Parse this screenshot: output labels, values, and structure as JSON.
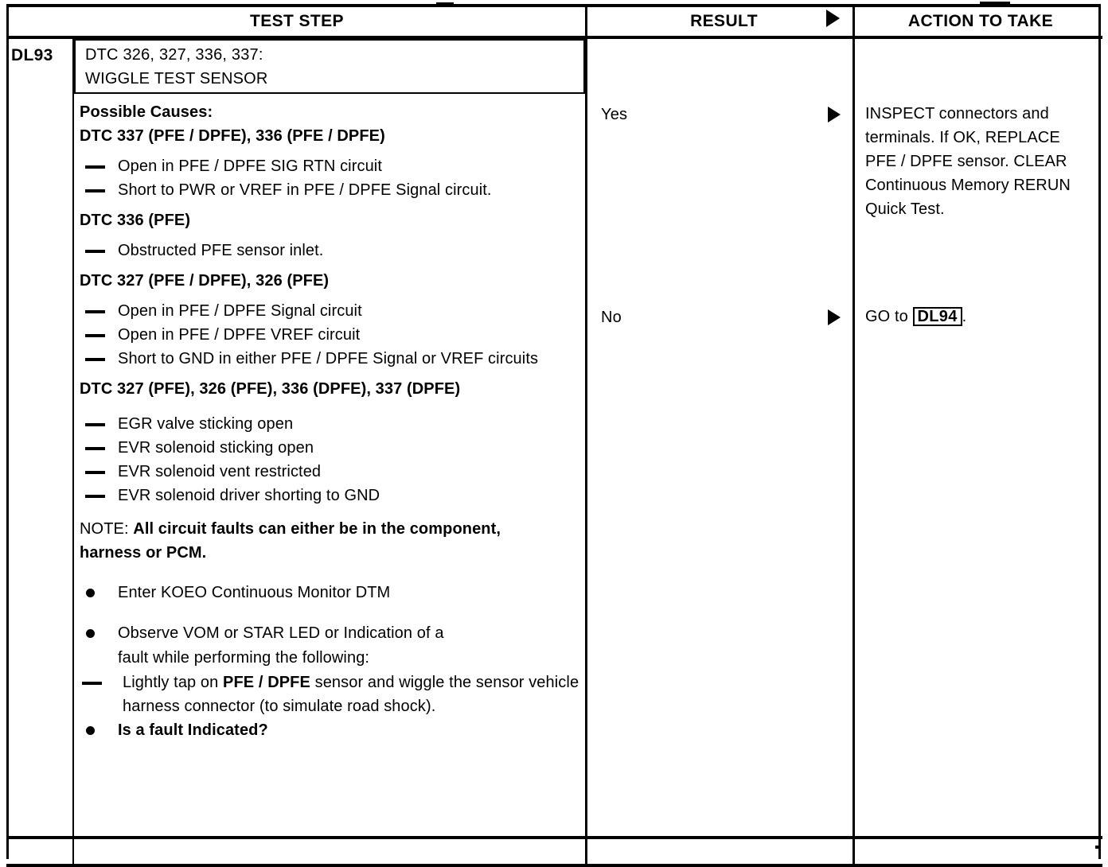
{
  "table": {
    "headers": {
      "test_step": "TEST STEP",
      "result": "RESULT",
      "action": "ACTION TO TAKE",
      "result_arrow_icon": "right-triangle-icon"
    }
  },
  "step": {
    "id": "DL93",
    "title_line1": "DTC 326, 327, 336, 337:",
    "title_line2": "WIGGLE TEST SENSOR",
    "possible_causes_label": "Possible Causes:",
    "cause_groups": [
      {
        "heading": "DTC 337 (PFE / DPFE), 336 (PFE / DPFE)",
        "items": [
          "Open in PFE / DPFE SIG RTN circuit",
          "Short to PWR or VREF in PFE / DPFE Signal circuit."
        ]
      },
      {
        "heading": "DTC 336 (PFE)",
        "items": [
          "Obstructed PFE sensor inlet."
        ]
      },
      {
        "heading": "DTC 327 (PFE / DPFE), 326 (PFE)",
        "items": [
          "Open in PFE / DPFE Signal circuit",
          "Open in PFE / DPFE VREF circuit",
          "Short to GND in either PFE / DPFE Signal or VREF circuits"
        ]
      },
      {
        "heading": "DTC 327 (PFE), 326 (PFE), 336 (DPFE), 337 (DPFE)",
        "items": [
          "EGR valve sticking open",
          "EVR solenoid sticking open",
          "EVR solenoid vent restricted",
          "EVR solenoid driver shorting to GND"
        ]
      }
    ],
    "note": {
      "label": "NOTE:",
      "text": "All circuit faults can either be in the component, harness or PCM."
    },
    "procedure": {
      "bullet1": "Enter KOEO Continuous Monitor DTM",
      "bullet2_line1": "Observe VOM or STAR LED or Indication of a",
      "bullet2_line2": "fault while performing the following:",
      "sub_dash_pre": "Lightly tap on ",
      "sub_dash_bold": "PFE / DPFE",
      "sub_dash_post": " sensor and wiggle the sensor vehicle harness connector (to simulate road shock).",
      "bullet3": "Is a fault Indicated?"
    }
  },
  "results": [
    {
      "label": "Yes",
      "arrow_icon": "right-triangle-icon",
      "action": "INSPECT connectors and terminals. If OK, REPLACE PFE / DPFE sensor. CLEAR Continuous Memory RERUN Quick Test."
    },
    {
      "label": "No",
      "arrow_icon": "right-triangle-icon",
      "action_prefix": "GO to ",
      "action_ref": "DL94",
      "action_suffix": "."
    }
  ]
}
